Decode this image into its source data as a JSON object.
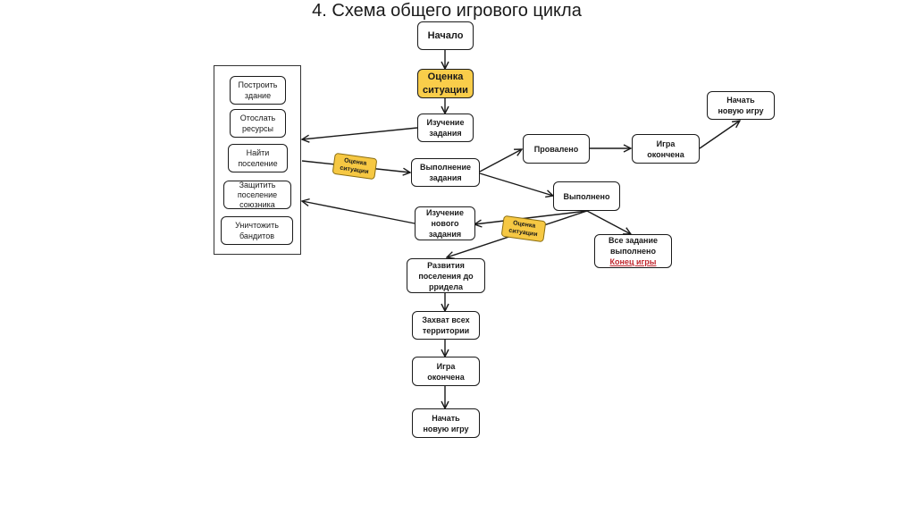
{
  "title": "4. Схема общего игрового цикла",
  "nodes": {
    "start": "Начало",
    "assess": "Оценка\nситуации",
    "study_task": "Изучение\nзадания",
    "do_task": "Выполнение\nзадания",
    "failed": "Провалено",
    "game_over_1": "Игра\nокончена",
    "new_game_1": "Начать\nновую игру",
    "done": "Выполнено",
    "all_done": "Все задание\nвыполнено",
    "all_done_link": "Конец игры",
    "study_new_task": "Изучение\nнового\nзадания",
    "develop": "Развития\nпоселения до\npридела",
    "capture": "Захват всех\nтерритории",
    "game_over_2": "Игра\nокончена",
    "new_game_2": "Начать\nновую игру"
  },
  "tags": {
    "assess_tag_1": "Оценка\nситуации",
    "assess_tag_2": "Оценка\nситуации"
  },
  "actions": {
    "items": [
      "Построить\nздание",
      "Отослать\nресурсы",
      "Найти\nпоселение",
      "Защитить\nпоселение\nсоюзника",
      "Уничтожить\nбандитов"
    ]
  },
  "colors": {
    "highlight": "#f9cd4a",
    "link": "#c0262c",
    "stroke": "#1a1a1a"
  }
}
